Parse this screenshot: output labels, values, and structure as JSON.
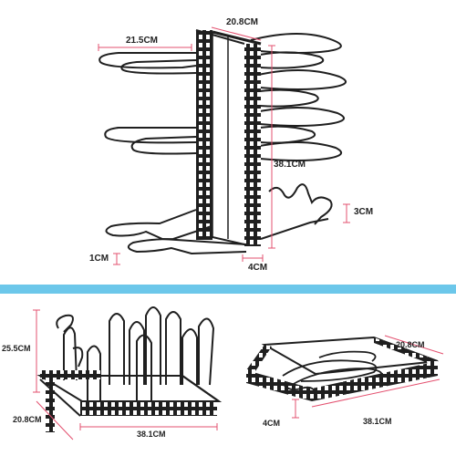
{
  "colors": {
    "divider": "#6cc7ea",
    "dimension_line": "#e3506f",
    "rack_metal": "#1f1f1f",
    "label_text": "#222222"
  },
  "top_view": {
    "labels": {
      "top_left_width": "21.5CM",
      "top_depth": "20.8CM",
      "height": "38.1CM",
      "hook_height": "3CM",
      "rod_diameter": "1CM",
      "base_width": "4CM"
    }
  },
  "bottom_left_view": {
    "labels": {
      "height": "25.5CM",
      "depth": "20.8CM",
      "length": "38.1CM"
    }
  },
  "bottom_right_view": {
    "labels": {
      "depth": "20.8CM",
      "height": "4CM",
      "length": "38.1CM"
    }
  }
}
